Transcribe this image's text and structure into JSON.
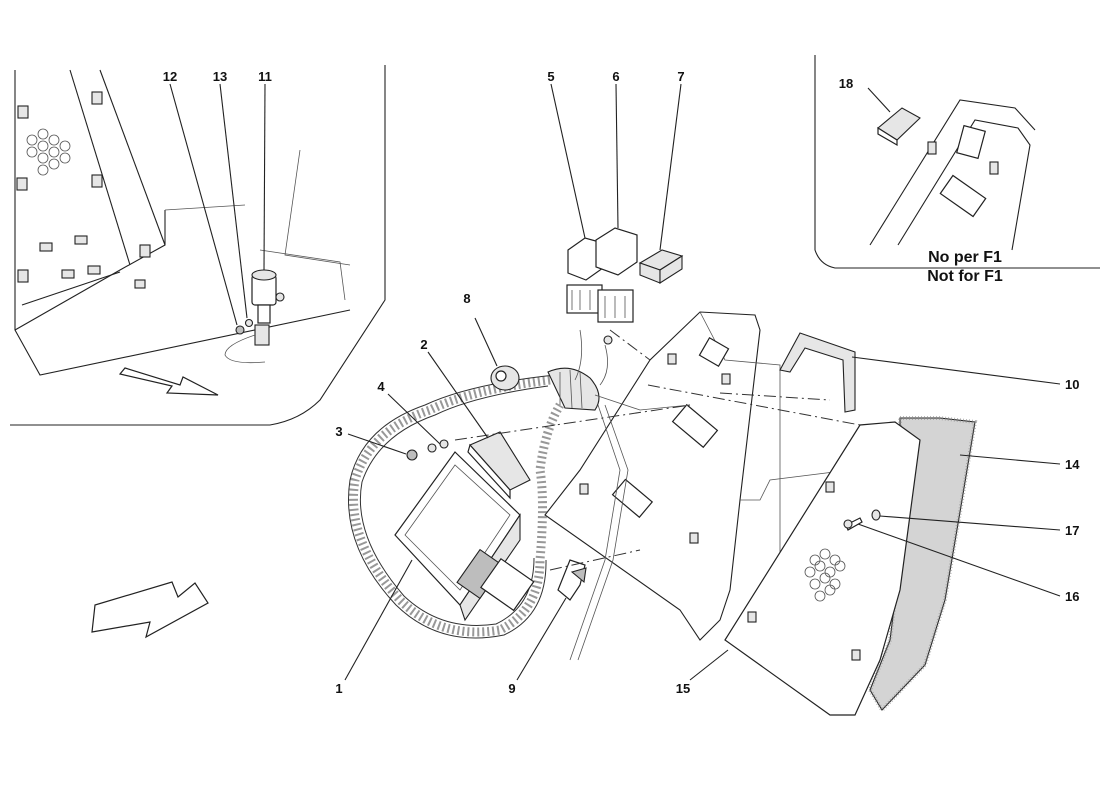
{
  "diagram": {
    "callouts": {
      "c1": "1",
      "c2": "2",
      "c3": "3",
      "c4": "4",
      "c5": "5",
      "c6": "6",
      "c7": "7",
      "c8": "8",
      "c9": "9",
      "c10": "10",
      "c11": "11",
      "c12": "12",
      "c13": "13",
      "c14": "14",
      "c15": "15",
      "c16": "16",
      "c17": "17",
      "c18": "18"
    },
    "note_line1": "No per F1",
    "note_line2": "Not for F1"
  }
}
